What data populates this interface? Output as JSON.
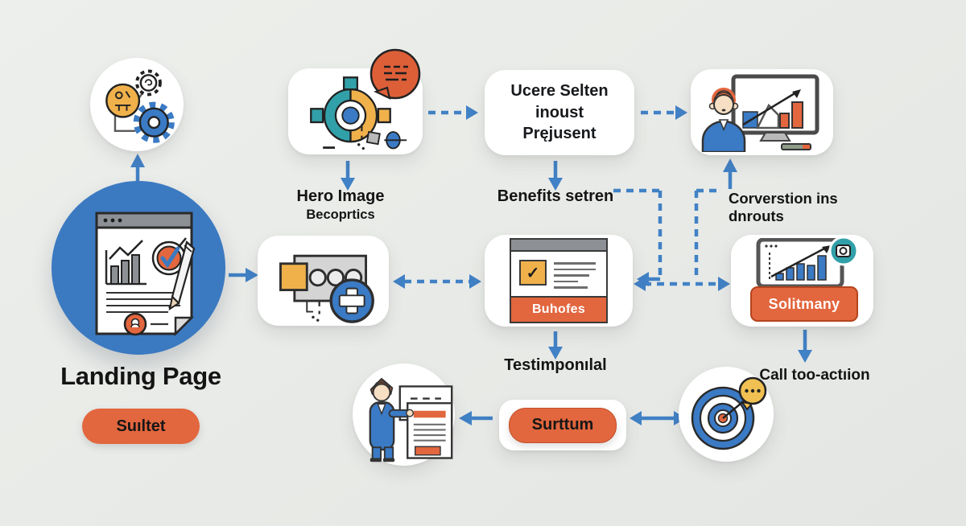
{
  "palette": {
    "background": "#e8eae7",
    "accent_blue": "#3b7ac1",
    "arrow_blue": "#4181c5",
    "accent_orange": "#e2663e",
    "accent_yellow": "#f0b14b",
    "accent_teal": "#31a0a9",
    "text_dark": "#141414"
  },
  "landing": {
    "title": "Landing Page",
    "button_label": "Suıltet"
  },
  "top_row": {
    "hero_label": "Hero Image",
    "hero_sublabel": "Becoprtics",
    "benefits_box_lines": [
      "Ucere Selten",
      "inoust",
      "Pręjusent"
    ],
    "benefits_label": "Benefits setren",
    "conversion_label": "Corverstion ins dnrouts"
  },
  "middle_row": {
    "buhofes_label": "Buhofes",
    "solitmany_label": "Solitmany"
  },
  "bottom_row": {
    "testimonial_label": "Testimponılal",
    "cta_label": "Call too-actıion",
    "surttum_label": "Surttum"
  },
  "icons": {
    "gears": "gears-icon",
    "landing_document": "landing-document-icon",
    "hero_gear": "gear-target-icon",
    "speech_bubble": "speech-bubble-icon",
    "analytics_person": "person-analytics-icon",
    "form_plus": "form-plus-icon",
    "checklist": "checklist-icon",
    "growth_monitor": "growth-chart-monitor-icon",
    "presenter": "person-presenting-icon",
    "target": "target-icon"
  }
}
